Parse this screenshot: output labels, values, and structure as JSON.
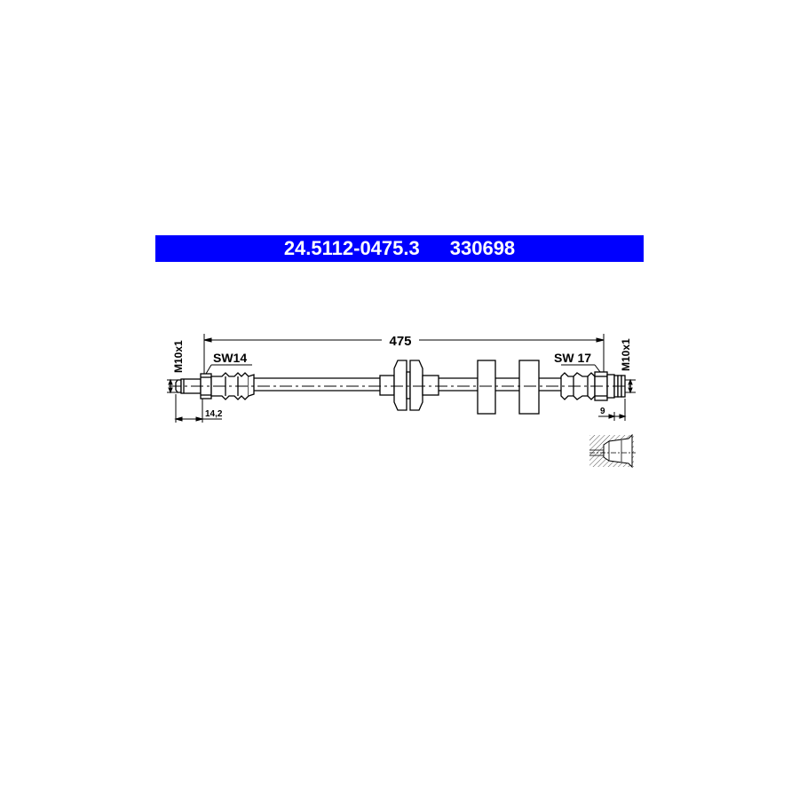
{
  "header": {
    "part_number": "24.5112-0475.3",
    "ref_number": "330698",
    "background_color": "#0000ff",
    "text_color": "#ffffff"
  },
  "drawing": {
    "overall_length": "475",
    "left_fitting": {
      "thread": "M10x1",
      "wrench_size": "SW14",
      "length": "14,2"
    },
    "right_fitting": {
      "thread": "M10x1",
      "wrench_size": "SW 17",
      "length": "9"
    },
    "detail_view": "female-port-section"
  }
}
